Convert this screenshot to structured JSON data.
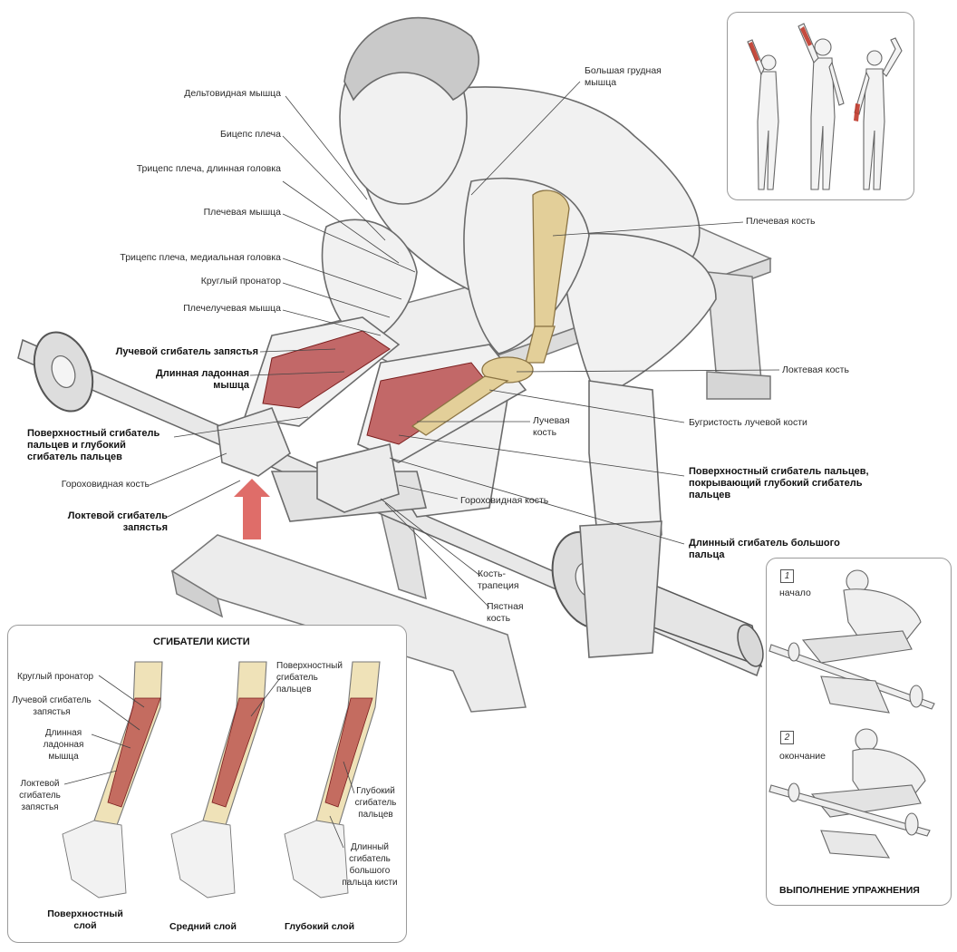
{
  "main_labels_left": [
    "Дельтовидная мышца",
    "Бицепс плеча",
    "Трицепс плеча, длинная головка",
    "Плечевая мышца",
    "Трицепс плеча, медиальная головка",
    "Круглый пронатор",
    "Плечелучевая мышца",
    "Лучевой сгибатель запястья",
    "Длинная ладонная мышца",
    "Поверхностный сгибатель пальцев и глубокий сгибатель пальцев",
    "Гороховидная кость",
    "Локтевой сгибатель запястья"
  ],
  "main_labels_right": [
    "Большая грудная мышца",
    "Плечевая кость",
    "Локтевая кость",
    "Бугристость лучевой кости",
    "Лучевая кость",
    "Поверхностный сгибатель пальцев, покрывающий глубокий сгибатель пальцев",
    "Гороховидная кость",
    "Длинный сгибатель большого пальца",
    "Кость-трапеция",
    "Пястная кость"
  ],
  "inset_flexors": {
    "title": "СГИБАТЕЛИ КИСТИ",
    "labels": [
      "Круглый пронатор",
      "Лучевой сгибатель запястья",
      "Длинная ладонная мышца",
      "Локтевой сгибатель запястья",
      "Поверхностный сгибатель пальцев",
      "Глубокий сгибатель пальцев",
      "Длинный сгибатель большого пальца кисти"
    ],
    "layers": [
      "Поверхностный слой",
      "Средний слой",
      "Глубокий слой"
    ]
  },
  "inset_steps": {
    "steps": [
      {
        "num": "1",
        "label": "начало"
      },
      {
        "num": "2",
        "label": "окончание"
      }
    ],
    "caption": "ВЫПОЛНЕНИЕ УПРАЖНЕНИЯ"
  },
  "colors": {
    "muscle": "#b23a3a",
    "bone": "#e3cf99",
    "arrow": "#d9534f",
    "sketch": "#6b6b6b"
  }
}
